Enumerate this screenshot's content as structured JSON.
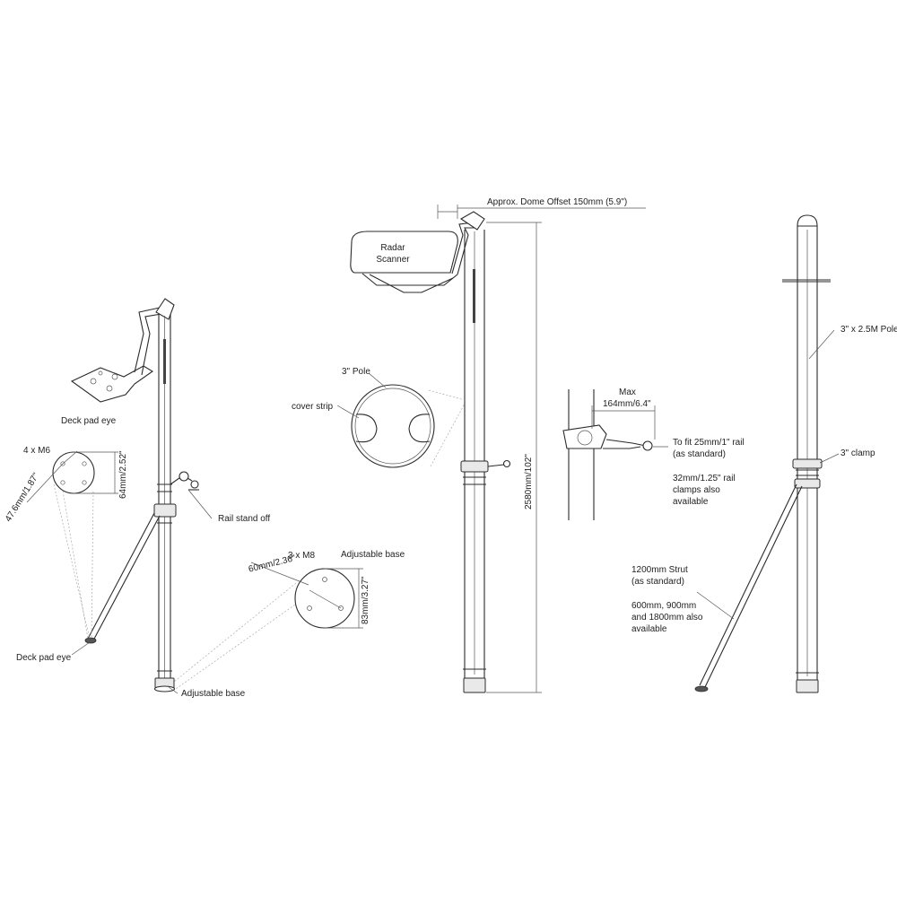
{
  "labels": {
    "deck_pad_eye_top": "Deck pad eye",
    "m6": "4 x M6",
    "dim_64": "64mm/2.52\"",
    "dim_47": "47.6mm/1.87\"",
    "rail_stand_off": "Rail stand off",
    "deck_pad_eye_bottom": "Deck pad eye",
    "adjustable_base_bottom": "Adjustable base",
    "m8": "3 x M8",
    "adjustable_base_top": "Adjustable base",
    "dim_60": "60mm/2.36\"",
    "dim_83": "83mm/3.27\"",
    "dome_offset": "Approx. Dome Offset  150mm (5.9\")",
    "radar_line1": "Radar",
    "radar_line2": "Scanner",
    "pole_3in": "3\" Pole",
    "cover_strip": "cover strip",
    "height_dim": "2580mm/102\"",
    "max_line1": "Max",
    "max_line2": "164mm/6.4\"",
    "fit_rail_line1": "To fit 25mm/1\" rail",
    "fit_rail_line2": "(as standard)",
    "clamps_line1": "32mm/1.25\" rail",
    "clamps_line2": "clamps also",
    "clamps_line3": "available",
    "pole_25": "3\" x 2.5M Pole",
    "clamp_3in": "3\" clamp",
    "strut_line1": "1200mm Strut",
    "strut_line2": "(as standard)",
    "strut_opt_line1": "600mm, 900mm",
    "strut_opt_line2": "and 1800mm also",
    "strut_opt_line3": "available"
  }
}
